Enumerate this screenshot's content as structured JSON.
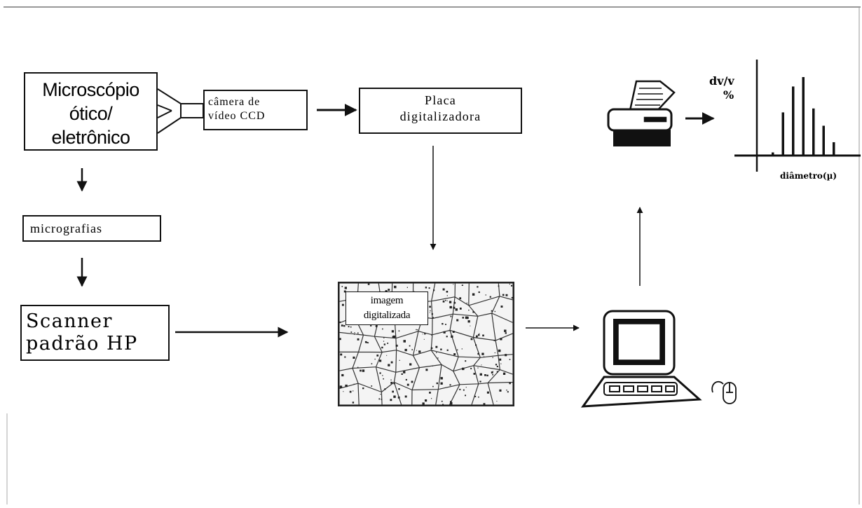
{
  "nodes": {
    "microscopio": [
      "Microscópio",
      "ótico/",
      "eletrônico"
    ],
    "camera": [
      "câmera de",
      "vídeo CCD"
    ],
    "placa": [
      "Placa",
      "digitalizadora"
    ],
    "micrografias": "micrografias",
    "scanner": [
      "Scanner",
      "padrão HP"
    ],
    "imagem": [
      "imagem",
      "digitalizada"
    ]
  },
  "histogram": {
    "ylabel": [
      "dv/v",
      "%"
    ],
    "xlabel": "diâmetro(µ)",
    "relative_heights": [
      0.04,
      0.55,
      0.88,
      1.0,
      0.6,
      0.38,
      0.17
    ]
  },
  "icons": [
    "printer-icon",
    "computer-icon",
    "mouse-icon",
    "histogram-chart"
  ],
  "colors": {
    "stroke": "#111111",
    "background": "#ffffff"
  }
}
